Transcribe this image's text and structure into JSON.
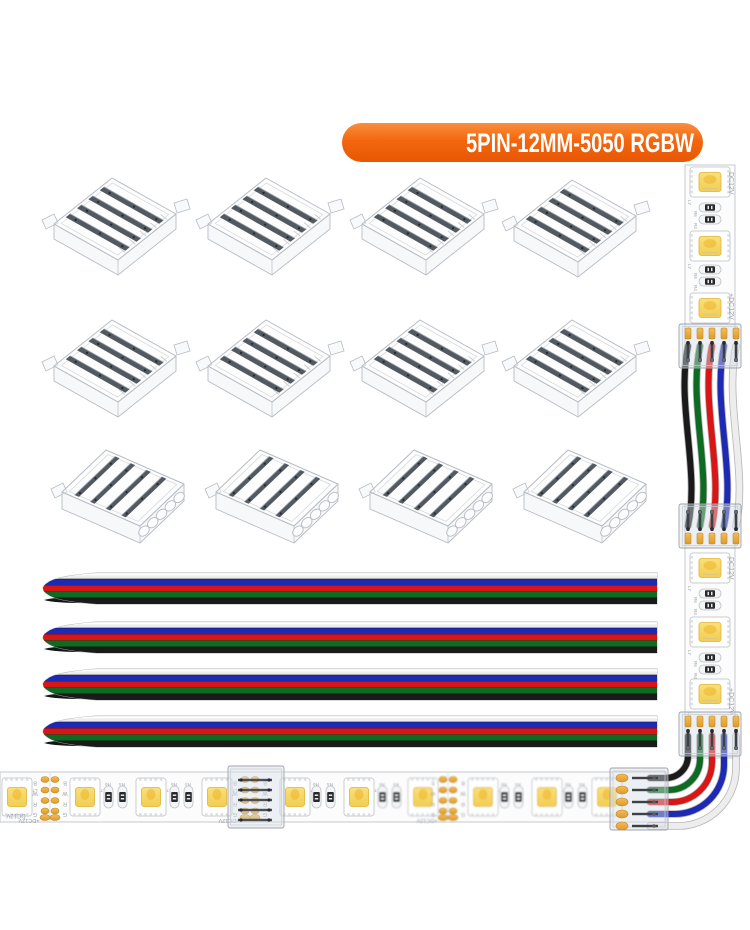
{
  "badge": {
    "label": "5PIN-12MM-5050 RGBW",
    "bg": "#f3660e",
    "bg_top": "#fa8f3c",
    "bg_bottom": "#e85703",
    "text_color": "#ffffff"
  },
  "connector_grid": {
    "rows": [
      {
        "style": "top-view-clip",
        "count": 4
      },
      {
        "style": "top-view-clip",
        "count": 4
      },
      {
        "style": "front-holes-clip",
        "count": 4
      }
    ],
    "item_name": "5pin-strip-clip-connector"
  },
  "ribbons": {
    "count": 4,
    "wire_order_top_to_bottom": [
      "white",
      "blue",
      "red",
      "green",
      "black"
    ]
  },
  "wire_colors": {
    "white": "#ededed",
    "blue": "#1f2ab4",
    "red": "#d81616",
    "green": "#0d6b22",
    "black": "#1a1a1a"
  },
  "jumper": {
    "wire_order_left_to_right": [
      "black",
      "green",
      "red",
      "blue",
      "white"
    ]
  },
  "strip": {
    "pcb_color": "#fcfcfd",
    "led_type": "5050 RGBW",
    "labels": {
      "voltage": "DC12V",
      "voltage_plus": "+DC12V",
      "pads": [
        "B",
        "W",
        "R",
        "G"
      ],
      "resistors": [
        "R6",
        "R4"
      ],
      "led": "L7"
    }
  },
  "colors": {
    "pad_gold": "#e9a23c",
    "tooth": "#525960",
    "connector_stroke": "#b7bcc3",
    "clamp_stroke": "#9da4ac",
    "label_gray": "#9aa0a6"
  }
}
